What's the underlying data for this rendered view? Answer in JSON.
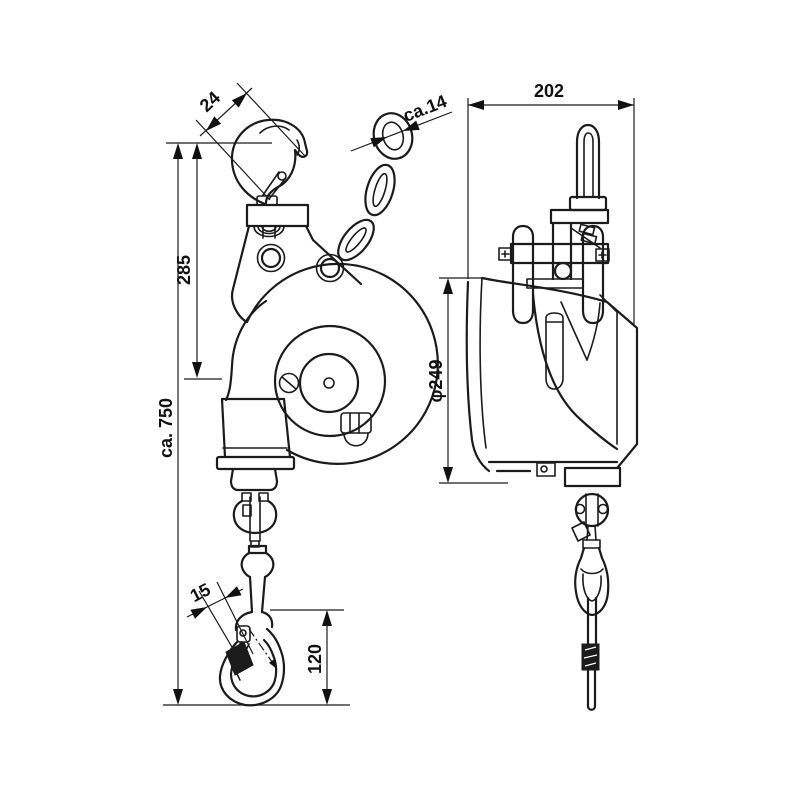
{
  "page": {
    "background": "#ffffff",
    "line_color": "#1b1b1b",
    "drawing_kind": "technical-drawing-two-views"
  },
  "dims": {
    "hook_opening": "24",
    "chain_link": "ca.14",
    "body_width": "202",
    "upper_height": "285",
    "total_length": "ca. 750",
    "housing_diameter": "φ249",
    "carabiner_opening": "15",
    "carabiner_height": "120"
  }
}
